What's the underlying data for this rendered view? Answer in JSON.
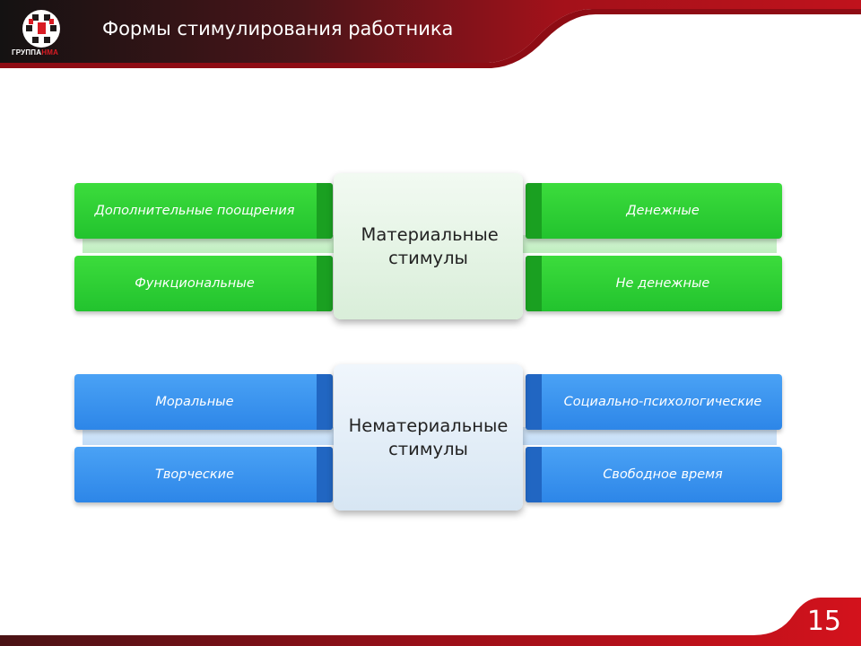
{
  "header": {
    "title": "Формы стимулирования работника",
    "logo_text_main": "ГРУППА",
    "logo_text_accent": "НМА",
    "colors": {
      "dark": "#1f1a1a",
      "red": "#b2111b"
    }
  },
  "diagram": {
    "material": {
      "center": "Материальные стимулы",
      "color": "#2ccd33",
      "items": [
        "Дополнительные поощрения",
        "Денежные",
        "Функциональные",
        "Не денежные"
      ]
    },
    "non_material": {
      "center": "Нематериальные стимулы",
      "color": "#3591ec",
      "items": [
        "Моральные",
        "Социально-психологические",
        "Творческие",
        "Свободное время"
      ]
    }
  },
  "footer": {
    "page_number": "15"
  }
}
